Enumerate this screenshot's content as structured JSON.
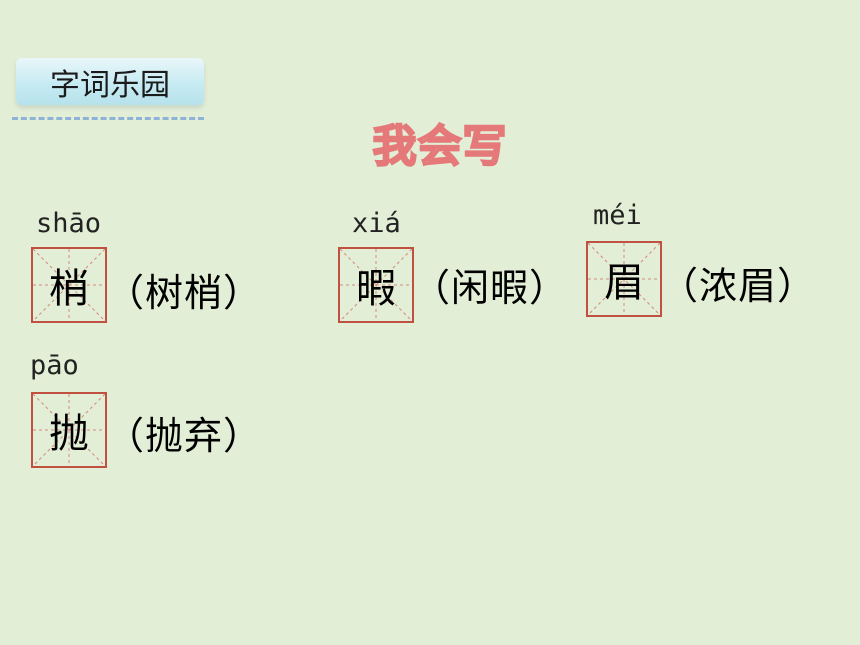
{
  "section_label": "字词乐园",
  "heading": "我会写",
  "entries": [
    {
      "pinyin": "shāo",
      "character": "梢",
      "word": "（树梢）"
    },
    {
      "pinyin": "xiá",
      "character": "暇",
      "word": "（闲暇）"
    },
    {
      "pinyin": "méi",
      "character": "眉",
      "word": "（浓眉）"
    },
    {
      "pinyin": "pāo",
      "character": "抛",
      "word": "（抛弃）"
    }
  ],
  "colors": {
    "background": "#e3eed6",
    "grid_border": "#c0503f",
    "heading_fill": "#f6c0c0",
    "heading_stroke": "#e57979",
    "section_dash": "#8fb3d6"
  }
}
